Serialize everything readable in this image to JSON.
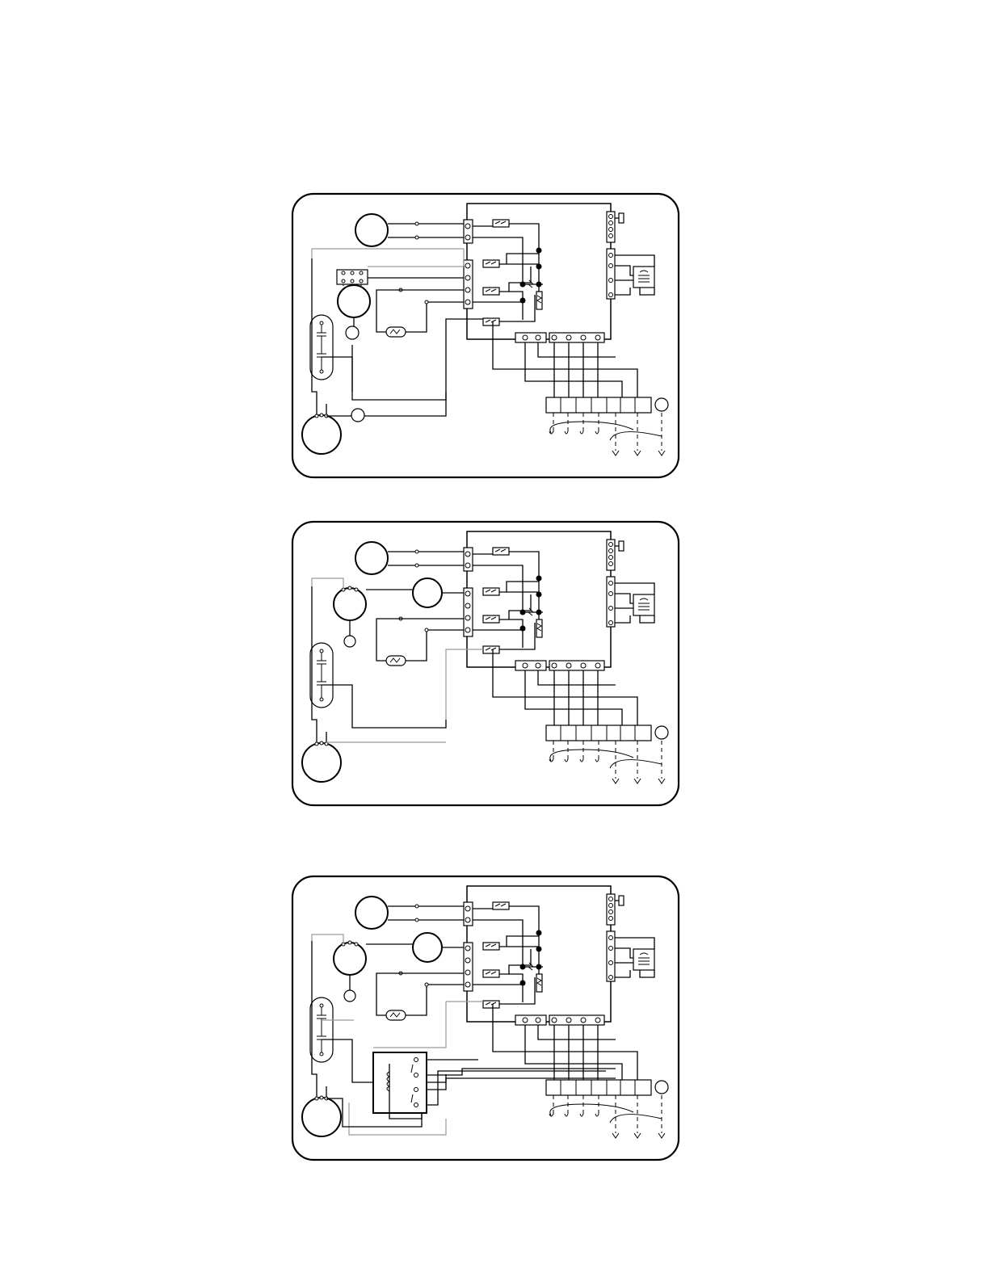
{
  "page": {
    "background": "#ffffff",
    "line_color": "#000000",
    "secondary_wire_color": "#9a9a9a"
  },
  "diagrams": [
    {
      "id": "diagram-1",
      "variant": "basic"
    },
    {
      "id": "diagram-2",
      "variant": "with-auxiliary-motor"
    },
    {
      "id": "diagram-3",
      "variant": "with-auxiliary-motor-and-relay-box"
    }
  ]
}
